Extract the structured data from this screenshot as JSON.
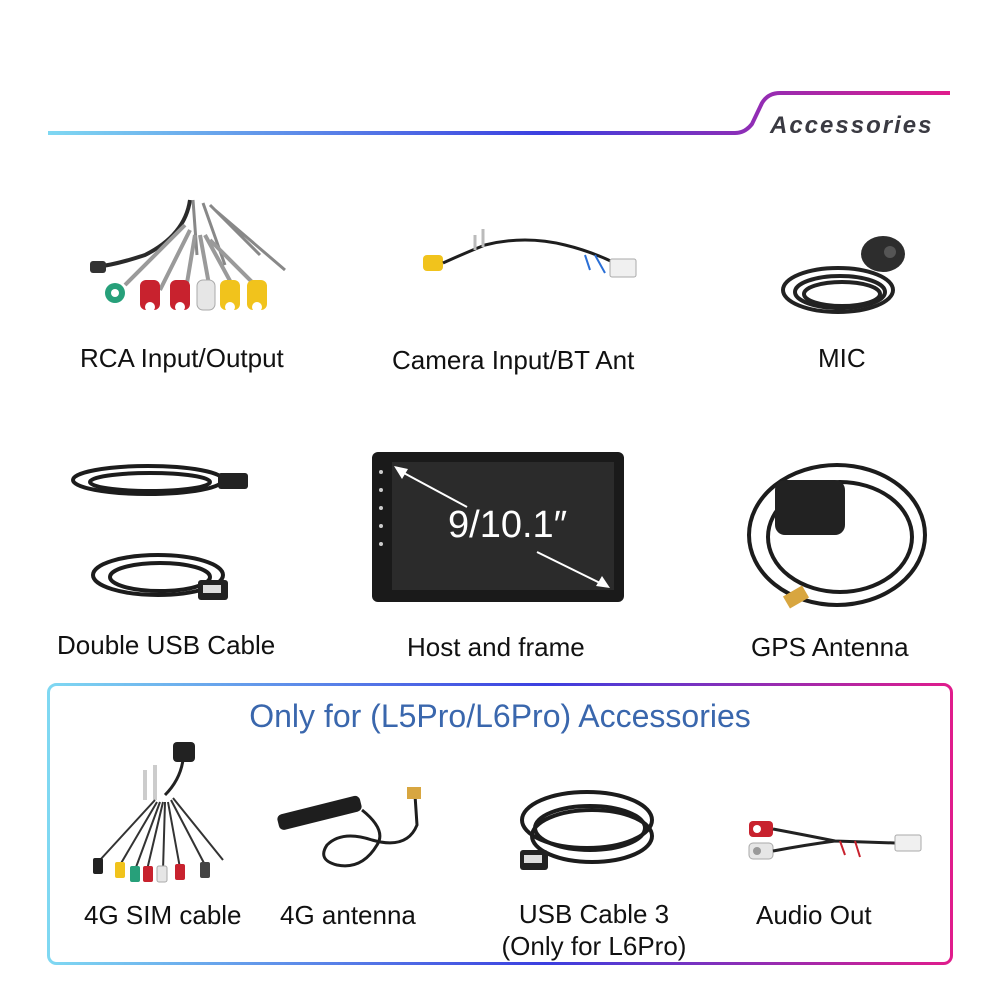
{
  "header": {
    "title": "Accessories"
  },
  "items": [
    {
      "label": "RCA Input/Output"
    },
    {
      "label": "Camera Input/BT Ant"
    },
    {
      "label": "MIC"
    },
    {
      "label": "Double USB Cable"
    },
    {
      "label": "Host and frame"
    },
    {
      "label": "GPS Antenna"
    }
  ],
  "screen_size": "9/10.1″",
  "pro_section": {
    "title": "Only for (L5Pro/L6Pro) Accessories",
    "items": [
      {
        "label": "4G SIM cable"
      },
      {
        "label": "4G antenna"
      },
      {
        "label": "USB Cable 3",
        "label_line2": "(Only for L6Pro)"
      },
      {
        "label": "Audio Out"
      }
    ]
  },
  "colors": {
    "accent_start": "#5fd0f0",
    "accent_mid": "#3b3fe0",
    "accent_end": "#e01c8c",
    "pro_title": "#3a67ad"
  }
}
